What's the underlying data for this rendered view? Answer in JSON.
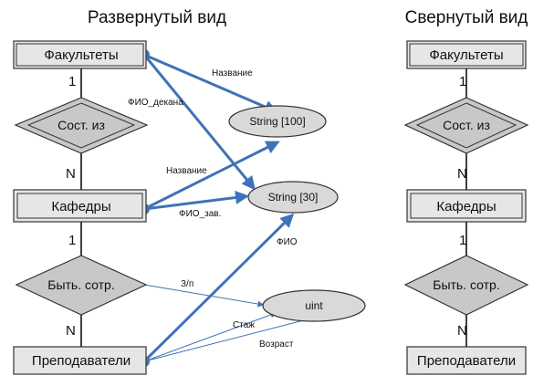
{
  "titles": {
    "expanded": "Развернутый вид",
    "collapsed": "Свернутый вид"
  },
  "entities": {
    "faculties": "Факультеты",
    "departments": "Кафедры",
    "teachers": "Преподаватели"
  },
  "relationships": {
    "consists_of": "Сост. из",
    "be_employee": "Быть. сотр."
  },
  "cardinalities": {
    "one": "1",
    "many": "N"
  },
  "types": {
    "string100": "String [100]",
    "string30": "String [30]",
    "uint": "uint"
  },
  "attributes": {
    "fac_name": "Название",
    "dean_name": "ФИО_декана",
    "dep_name": "Название",
    "head_name": "ФИО_зав.",
    "teacher_name": "ФИО",
    "salary": "З/п",
    "experience": "Стаж",
    "age": "Возраст"
  },
  "colors": {
    "box_fill": "#e6e6e6",
    "box_border": "#333333",
    "ellipse_fill": "#d9d9d9",
    "edge_blue": "#3f72b8"
  }
}
